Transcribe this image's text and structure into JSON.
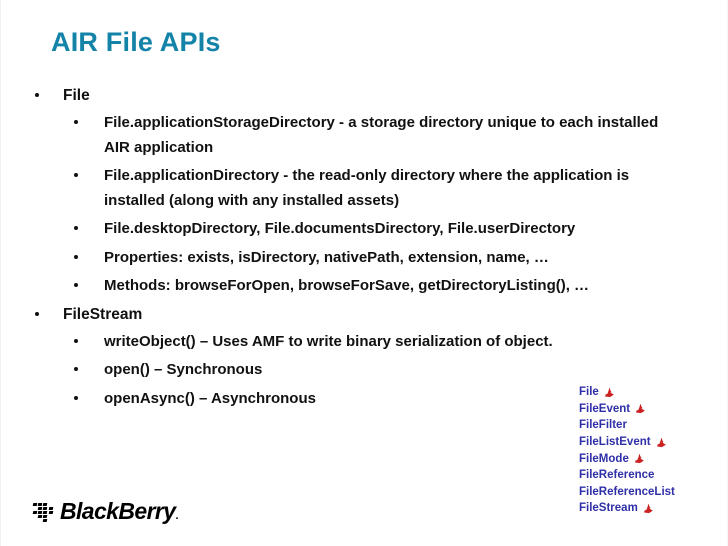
{
  "slide": {
    "title": "AIR File APIs",
    "title_color": "#1383a8",
    "background": "#ffffff"
  },
  "content": {
    "sections": [
      {
        "heading": "File",
        "items": [
          "File.applicationStorageDirectory - a storage directory unique to each installed AIR application",
          "File.applicationDirectory - the read-only directory where the application is installed (along with any installed assets)",
          "File.desktopDirectory, File.documentsDirectory, File.userDirectory",
          "Properties: exists, isDirectory, nativePath, extension, name, …",
          "Methods: browseForOpen, browseForSave, getDirectoryListing(), …"
        ]
      },
      {
        "heading": "FileStream",
        "items": [
          "writeObject() – Uses AMF to write binary serialization of object.",
          "open() – Synchronous",
          "openAsync() – Asynchronous"
        ]
      }
    ]
  },
  "class_list": {
    "text_color": "#2f2fa8",
    "icon_color": "#cc2222",
    "icon_name": "air-logo-icon",
    "rows": [
      {
        "name": "File",
        "air": true
      },
      {
        "name": "FileEvent",
        "air": true
      },
      {
        "name": "FileFilter",
        "air": false
      },
      {
        "name": "FileListEvent",
        "air": true
      },
      {
        "name": "FileMode",
        "air": true
      },
      {
        "name": "FileReference",
        "air": false
      },
      {
        "name": "FileReferenceList",
        "air": false
      },
      {
        "name": "FileStream",
        "air": true
      }
    ]
  },
  "footer": {
    "logo_text": "BlackBerry",
    "logo_trademark": ".",
    "logo_name": "blackberry-logo"
  }
}
